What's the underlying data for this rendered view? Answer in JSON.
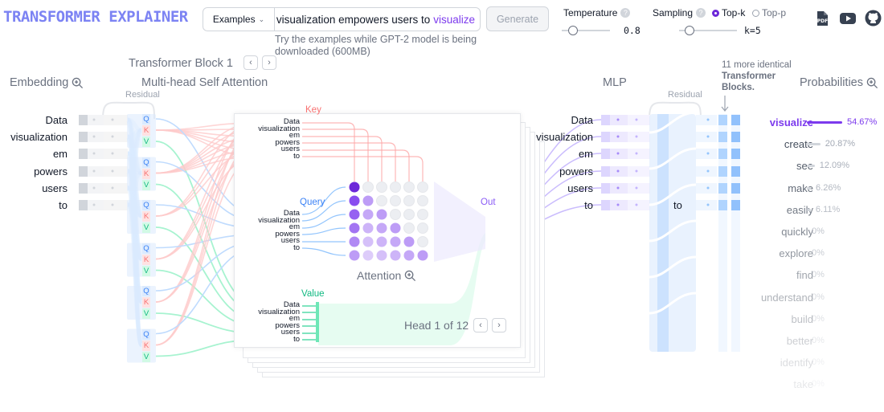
{
  "app": {
    "logo": "TRANSFORMER EXPLAINER"
  },
  "header": {
    "examples_label": "Examples",
    "prompt_text": "Data visualization empowers users to",
    "prompt_prediction": "visualize",
    "generate_label": "Generate",
    "hint": "Try the examples while GPT-2 model is being downloaded (600MB)",
    "temperature_label": "Temperature",
    "temperature_value": "0.8",
    "temperature_fraction": 0.14,
    "sampling_label": "Sampling",
    "sampling_options": [
      "Top-k",
      "Top-p"
    ],
    "sampling_selected": "Top-k",
    "k_value": "k=5",
    "k_fraction": 0.1
  },
  "sections": {
    "block_title": "Transformer Block 1",
    "embedding": "Embedding",
    "attention": "Multi-head Self Attention",
    "mlp": "MLP",
    "probabilities": "Probabilities",
    "residual": "Residual",
    "more_blocks_prefix": "11 more identical",
    "more_blocks_bold": "Transformer Blocks."
  },
  "tokens": [
    "Data",
    "visualization",
    "em",
    "powers",
    "users",
    "to"
  ],
  "qkv_letters": [
    "Q",
    "K",
    "V"
  ],
  "attention_panel": {
    "key_label": "Key",
    "query_label": "Query",
    "value_label": "Value",
    "out_label": "Out",
    "attention_label": "Attention",
    "head_label": "Head 1 of 12"
  },
  "mlp_output_token": "to",
  "probabilities": [
    {
      "word": "visualize",
      "pct": "54.67%",
      "value": 54.67
    },
    {
      "word": "create",
      "pct": "20.87%",
      "value": 20.87
    },
    {
      "word": "see",
      "pct": "12.09%",
      "value": 12.09
    },
    {
      "word": "make",
      "pct": "6.26%",
      "value": 6.26
    },
    {
      "word": "easily",
      "pct": "6.11%",
      "value": 6.11
    },
    {
      "word": "quickly",
      "pct": "0%",
      "value": 0
    },
    {
      "word": "explore",
      "pct": "0%",
      "value": 0
    },
    {
      "word": "find",
      "pct": "0%",
      "value": 0
    },
    {
      "word": "understand",
      "pct": "0%",
      "value": 0
    },
    {
      "word": "build",
      "pct": "0%",
      "value": 0
    },
    {
      "word": "better",
      "pct": "0%",
      "value": 0
    },
    {
      "word": "identify",
      "pct": "0%",
      "value": 0
    },
    {
      "word": "take",
      "pct": "0%",
      "value": 0
    }
  ],
  "colors": {
    "accent": "#7c3aed",
    "logo": "#7c83f3",
    "key": "#f87171",
    "query": "#60a5fa",
    "value": "#34d399",
    "attention_dot": "#8b5cf6",
    "residual_band": "#dbeafe"
  },
  "icons": {
    "pdf": "pdf-icon",
    "youtube": "youtube-icon",
    "github": "github-icon",
    "zoom": "zoom-in-icon"
  }
}
